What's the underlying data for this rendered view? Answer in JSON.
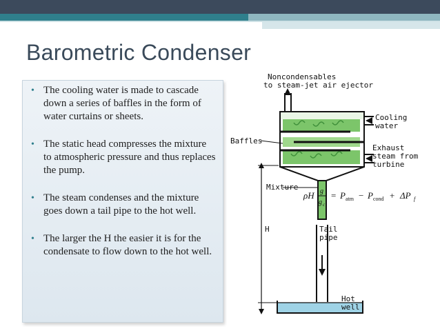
{
  "slide": {
    "title": "Barometric Condenser",
    "bullets": [
      "The cooling water is made to cascade down a series of baffles in the form of water curtains or sheets.",
      "The static head compresses the mixture to atmospheric pressure and thus replaces the pump.",
      "The steam condenses and the mixture goes down a tail pipe to the hot well.",
      "The larger the H the easier it is for the condensate to flow down to the hot well."
    ]
  },
  "diagram": {
    "labels": {
      "noncondensables_1": "Noncondensables",
      "noncondensables_2": "to steam-jet air ejector",
      "cooling_1": "Cooling",
      "cooling_2": "water",
      "baffles": "Baffles",
      "exhaust_1": "Exhaust",
      "exhaust_2": "steam from",
      "exhaust_3": "turbine",
      "mixture": "Mixture",
      "h": "H",
      "tail_1": "Tail",
      "tail_2": "pipe",
      "hot_1": "Hot",
      "hot_2": "well"
    },
    "equation": {
      "rho_h": "ρH",
      "frac_num": "g",
      "frac_den": "g",
      "frac_den_sub": "c",
      "eq": "=",
      "p": "P",
      "p_atm_sub": "atm",
      "minus": "−",
      "p_cond_sub": "cond",
      "plus": "+",
      "delta_p": "ΔP",
      "delta_sub": "f"
    },
    "colors": {
      "water_green": "#7cc56a",
      "baffle_green": "#3f8f3a",
      "hot_water": "#9fd3e6"
    }
  }
}
